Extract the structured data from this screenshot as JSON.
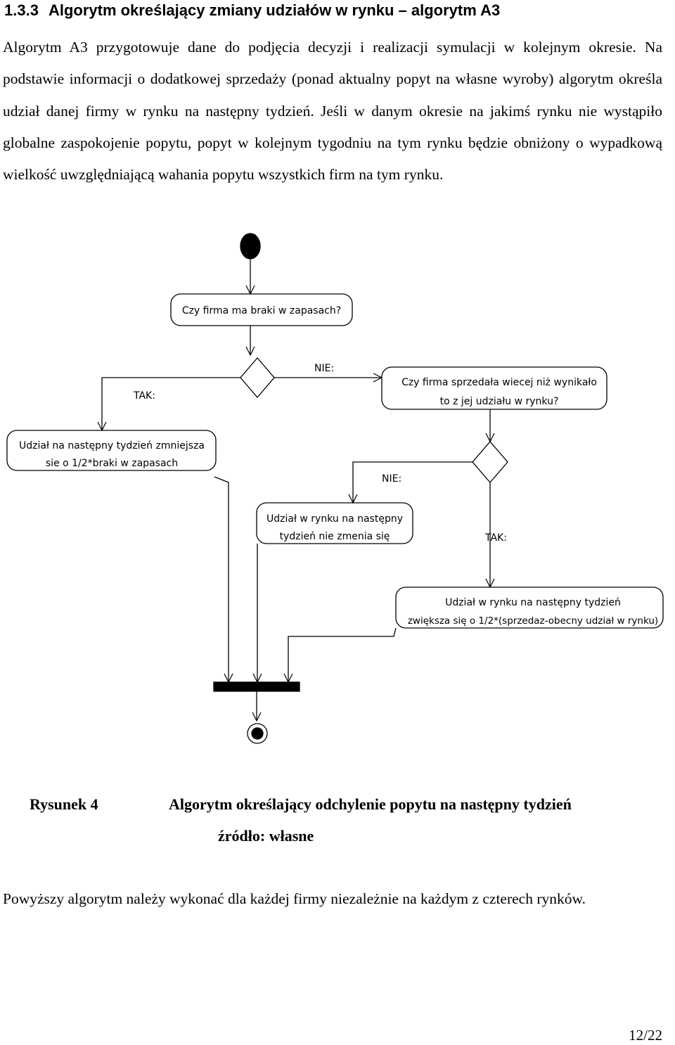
{
  "section": {
    "number": "1.3.3",
    "title": "Algorytm określający zmiany udziałów w rynku – algorytm A3"
  },
  "intro_paragraph": "Algorytm A3 przygotowuje dane do podjęcia decyzji i realizacji symulacji w kolejnym okresie. Na podstawie informacji o dodatkowej sprzedaży (ponad aktualny popyt na własne wyroby) algorytm określa udział danej firmy w rynku na następny tydzień. Jeśli w danym okresie na jakimś rynku nie wystąpiło globalne zaspokojenie popytu, popyt w kolejnym tygodniu na tym rynku będzie obniżony o wypadkową wielkość uwzględniającą wahania popytu wszystkich firm na tym rynku.",
  "diagram": {
    "q1": "Czy firma ma braki w zapasach?",
    "q2_line1": "Czy firma sprzedała wiecej niż wynikało",
    "q2_line2": "to z jej udziału w rynku?",
    "a1_line1": "Udział na następny tydzień zmniejsza",
    "a1_line2": "sie o 1/2*braki w zapasach",
    "a2_line1": "Udział w rynku na następny",
    "a2_line2": "tydzień nie zmenia się",
    "a3_line1": "Udział w rynku na następny tydzień",
    "a3_line2": "zwiększa się o 1/2*(sprzedaz-obecny udział w rynku)",
    "yes1": "TAK:",
    "no1": "NIE:",
    "no2": "NIE:",
    "yes2": "TAK:"
  },
  "caption": {
    "label": "Rysunek 4",
    "title": "Algorytm określający odchylenie popytu na następny tydzień",
    "source": "źródło: własne"
  },
  "closing_paragraph": "Powyższy algorytm należy wykonać dla każdej firmy niezależnie na każdym z czterech rynków.",
  "page_number": "12/22"
}
